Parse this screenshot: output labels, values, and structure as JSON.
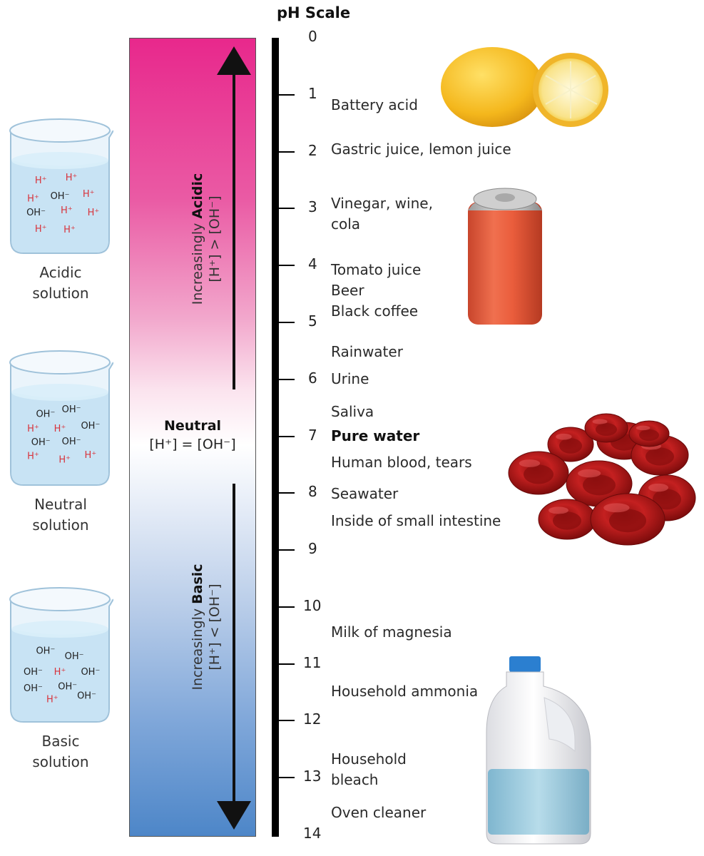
{
  "title": "pH Scale",
  "ticks": [
    "0",
    "1",
    "2",
    "3",
    "4",
    "5",
    "6",
    "7",
    "8",
    "9",
    "10",
    "11",
    "12",
    "13",
    "14"
  ],
  "substances": [
    {
      "lines": [
        "Battery acid"
      ],
      "bold": false
    },
    {
      "lines": [
        "Gastric juice, lemon juice"
      ],
      "bold": false
    },
    {
      "lines": [
        "Vinegar, wine,",
        "cola"
      ],
      "bold": false
    },
    {
      "lines": [
        "Tomato juice",
        "Beer",
        "Black coffee"
      ],
      "bold": false
    },
    {
      "lines": [
        "Rainwater"
      ],
      "bold": false
    },
    {
      "lines": [
        "Urine"
      ],
      "bold": false
    },
    {
      "lines": [
        "Saliva"
      ],
      "bold": false
    },
    {
      "lines": [
        "Pure water"
      ],
      "bold": true
    },
    {
      "lines": [
        "Human blood, tears"
      ],
      "bold": false
    },
    {
      "lines": [
        "Seawater"
      ],
      "bold": false
    },
    {
      "lines": [
        "Inside of small intestine"
      ],
      "bold": false
    },
    {
      "lines": [
        "Milk of magnesia"
      ],
      "bold": false
    },
    {
      "lines": [
        "Household ammonia"
      ],
      "bold": false
    },
    {
      "lines": [
        "Household",
        "bleach"
      ],
      "bold": false
    },
    {
      "lines": [
        "Oven cleaner"
      ],
      "bold": false
    }
  ],
  "acidic": {
    "prefix": "Increasingly ",
    "bold": "Acidic",
    "formula": "[H⁺] > [OH⁻]"
  },
  "basic": {
    "prefix": "Increasingly ",
    "bold": "Basic",
    "formula": "[H⁺] < [OH⁻]"
  },
  "neutral": {
    "head": "Neutral",
    "formula": "[H⁺] = [OH⁻]"
  },
  "beakers": [
    {
      "label_line1": "Acidic",
      "label_line2": "solution",
      "ions": [
        [
          "H⁺",
          0.3,
          0.25,
          "h"
        ],
        [
          "H⁺",
          0.62,
          0.22,
          "h"
        ],
        [
          "H⁺",
          0.22,
          0.45,
          "h"
        ],
        [
          "OH⁻",
          0.5,
          0.42,
          "o"
        ],
        [
          "H⁺",
          0.8,
          0.4,
          "h"
        ],
        [
          "OH⁻",
          0.25,
          0.6,
          "o"
        ],
        [
          "H⁺",
          0.57,
          0.58,
          "h"
        ],
        [
          "H⁺",
          0.85,
          0.6,
          "h"
        ],
        [
          "H⁺",
          0.3,
          0.78,
          "h"
        ],
        [
          "H⁺",
          0.6,
          0.79,
          "h"
        ]
      ]
    },
    {
      "label_line1": "Neutral",
      "label_line2": "solution",
      "ions": [
        [
          "OH⁻",
          0.35,
          0.27,
          "o"
        ],
        [
          "OH⁻",
          0.62,
          0.22,
          "o"
        ],
        [
          "H⁺",
          0.22,
          0.43,
          "h"
        ],
        [
          "H⁺",
          0.5,
          0.43,
          "h"
        ],
        [
          "OH⁻",
          0.82,
          0.4,
          "o"
        ],
        [
          "OH⁻",
          0.3,
          0.58,
          "o"
        ],
        [
          "OH⁻",
          0.62,
          0.57,
          "o"
        ],
        [
          "H⁺",
          0.22,
          0.73,
          "h"
        ],
        [
          "H⁺",
          0.55,
          0.77,
          "h"
        ],
        [
          "H⁺",
          0.82,
          0.72,
          "h"
        ]
      ]
    },
    {
      "label_line1": "Basic",
      "label_line2": "solution",
      "ions": [
        [
          "OH⁻",
          0.35,
          0.27,
          "o"
        ],
        [
          "OH⁻",
          0.65,
          0.33,
          "o"
        ],
        [
          "OH⁻",
          0.22,
          0.5,
          "o"
        ],
        [
          "H⁺",
          0.5,
          0.5,
          "h"
        ],
        [
          "OH⁻",
          0.82,
          0.5,
          "o"
        ],
        [
          "OH⁻",
          0.22,
          0.68,
          "o"
        ],
        [
          "OH⁻",
          0.58,
          0.66,
          "o"
        ],
        [
          "H⁺",
          0.42,
          0.8,
          "h"
        ],
        [
          "OH⁻",
          0.78,
          0.76,
          "o"
        ]
      ]
    }
  ],
  "colors": {
    "acid": "#e8288c",
    "base": "#4d86c8",
    "ion_h": "#d8333b",
    "ion_oh": "#222222"
  },
  "icons": [
    "lemon-icon",
    "soda-can-icon",
    "red-blood-cells-icon",
    "bleach-bottle-icon"
  ]
}
